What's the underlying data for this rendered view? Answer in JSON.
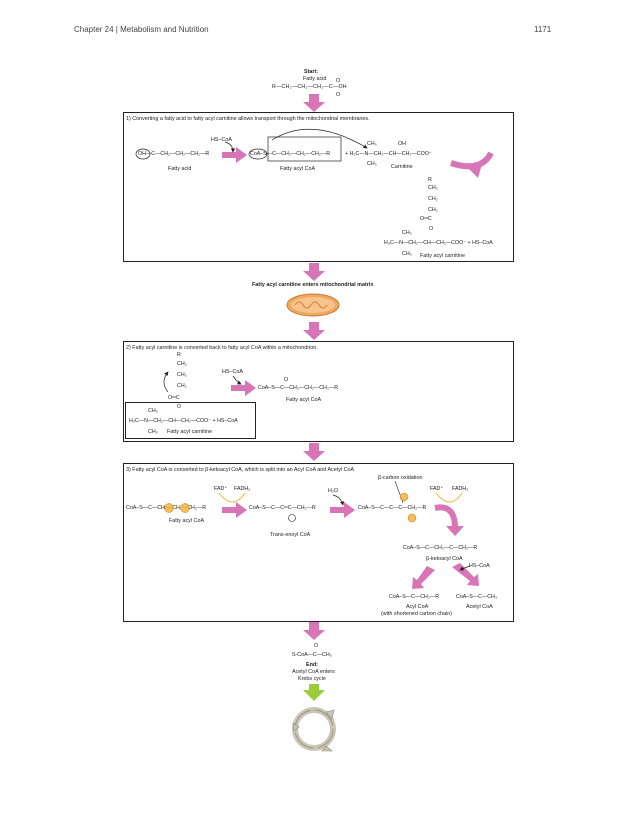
{
  "header": {
    "chapter": "Chapter 24 | Metabolism and Nutrition",
    "page": "1171"
  },
  "start": {
    "label": "Start:",
    "sub": "Fatty acid",
    "formula": "R—CH₂—CH₂—CH₂—C—OH"
  },
  "step1": {
    "title": "1) Converting a fatty acid to fatty acyl carnitine allows transport through the mitochondrial membranes.",
    "hscoa": "HS–CoA",
    "fatty_acid_formula": "OH—C—CH₂—CH₂—CH₂—R",
    "fatty_acid_label": "Fatty acid",
    "acyl_coa_formula": "CoA–S—C—CH₂—CH₂—CH₂—R",
    "acyl_coa_label": "Fatty acyl CoA",
    "carnitine_formula": "+ H₃C—N—CH₂—CH—CH₂—COO⁻",
    "carnitine_label": "Carnitine",
    "product_formula": "H₃C—N—CH₂—CH—CH₂—COO⁻ + HS–CoA",
    "product_label": "Fatty acyl carnitine"
  },
  "transfer": {
    "label": "Fatty acyl carnitine enters mitochondrial matrix"
  },
  "step2": {
    "title": "2) Fatty acyl carnitine is converted back to fatty acyl CoA within a mitochondrion.",
    "hscoa": "HS–CoA",
    "acyl_coa_formula": "CoA–S—C—CH₂—CH₂—CH₂—R",
    "acyl_coa_label": "Fatty acyl CoA",
    "carnitine_formula": "H₃C—N—CH₂—CH—CH₂—COO⁻ + HS–CoA",
    "carnitine_label": "Fatty acyl carnitine"
  },
  "step3": {
    "title": "3) Fatty acyl CoA is converted to β-ketoacyl CoA, which is split into an Acyl CoA and Acetyl CoA",
    "acyl_coa_formula": "CoA–S—C—CH₂—CH₂—CH₂—R",
    "acyl_coa_label": "Fatty acyl CoA",
    "fad": "FAD⁺",
    "fadh2": "FADH₂",
    "trans_enoyl_formula": "CoA–S—C—C═C—CH₂—R",
    "trans_enoyl_label": "Trans-enoyl CoA",
    "h2o": "H₂O",
    "beta_ox_label": "β-carbon oxidation",
    "hydroxy_formula": "CoA–S—C—C—C—CH₂—R",
    "fad2": "FAD⁺",
    "fadh2_2": "FADH₂",
    "ketoacyl_formula": "CoA–S—C—CH₂—C—CH₂—R",
    "ketoacyl_label": "β-ketoacyl CoA",
    "hscoa": "HS–CoA",
    "acyl_formula": "CoA–S—C—CH₂—R",
    "acyl_label": "Acyl CoA",
    "acyl_sub": "(with shortened carbon chain)",
    "acetyl_formula": "CoA–S—C—CH₃",
    "acetyl_label": "Acetyl CoA"
  },
  "end": {
    "formula": "S-CoA—C—CH₃",
    "label": "End:",
    "sub1": "Acetyl CoA enters",
    "sub2": "Krebs cycle"
  },
  "colors": {
    "pink": "#d875b6",
    "green": "#9ccb3c",
    "orange": "#f4b03c",
    "mito": "#f0a860",
    "cycle": "#c9c6b5"
  }
}
